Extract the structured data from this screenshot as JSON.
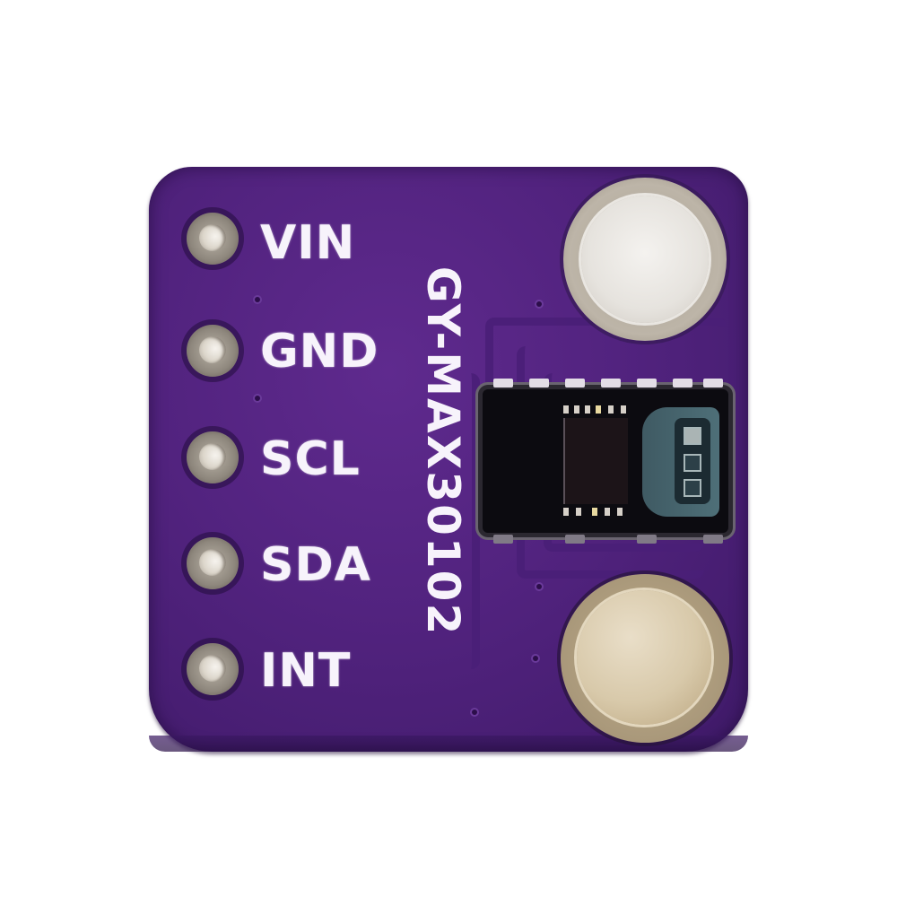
{
  "image": {
    "subject": "GY-MAX30102 pulse oximeter / heart-rate sensor breakout board",
    "background_color": "#ffffff",
    "board_color": "#52237f"
  },
  "board": {
    "model_label": "GY-MAX30102",
    "pins": [
      {
        "label": "VIN"
      },
      {
        "label": "GND"
      },
      {
        "label": "SCL"
      },
      {
        "label": "SDA"
      },
      {
        "label": "INT"
      }
    ],
    "components": {
      "sensor_chip": "MAX30102 optical sensor",
      "mount_pads": 2
    }
  }
}
